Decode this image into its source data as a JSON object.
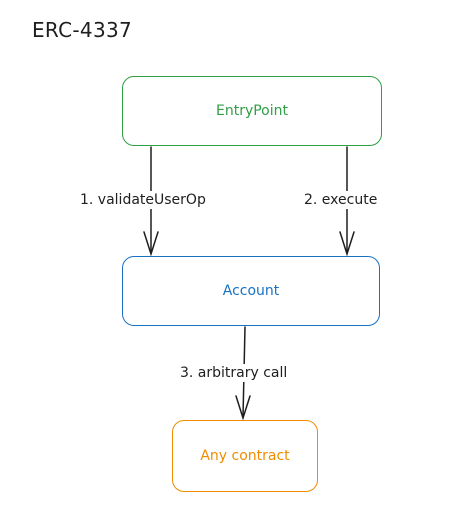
{
  "title": "ERC-4337",
  "nodes": {
    "entrypoint": "EntryPoint",
    "account": "Account",
    "contract": "Any contract"
  },
  "edges": {
    "validate": "1. validateUserOp",
    "execute": "2. execute",
    "call": "3. arbitrary call"
  },
  "colors": {
    "entrypoint": "#2f9e44",
    "account": "#1971c2",
    "contract": "#f08c00",
    "ink": "#1e1e1e"
  }
}
